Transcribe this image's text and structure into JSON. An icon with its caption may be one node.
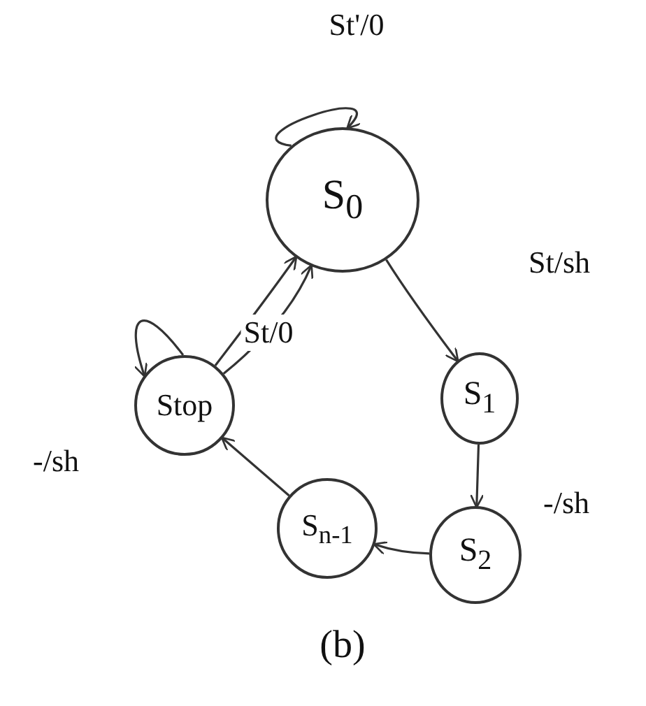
{
  "diagram": {
    "nodes": [
      {
        "text": [
          "S$_{0}$"
        ]
      },
      {
        "text": [
          "S$_{1}$"
        ]
      },
      {
        "text": [
          "S$_{2}$"
        ]
      },
      {
        "text": [
          "S$_{n-1}$"
        ]
      },
      {
        "text": [
          "Stop"
        ]
      }
    ],
    "edges": [
      {
        "from": 0,
        "to": 0,
        "arrow": "to",
        "label": "St'/0"
      },
      {
        "from": 0,
        "to": 1,
        "arrow": "to",
        "label": "St/sh"
      },
      {
        "from": 1,
        "to": 2,
        "arrow": "to",
        "label": "-/sh"
      },
      {
        "from": 2,
        "to": 3,
        "arrow": "to"
      },
      {
        "from": 3,
        "to": 4,
        "arrow": "to",
        "label": "-/sh"
      },
      {
        "from": 4,
        "to": 4,
        "arrow": "to"
      },
      {
        "from": 4,
        "to": 0,
        "arrow": "to",
        "label": "St/0"
      },
      {
        "from": 4,
        "to": 0,
        "arrow": "to"
      }
    ],
    "labels": [
      "(b)"
    ]
  }
}
